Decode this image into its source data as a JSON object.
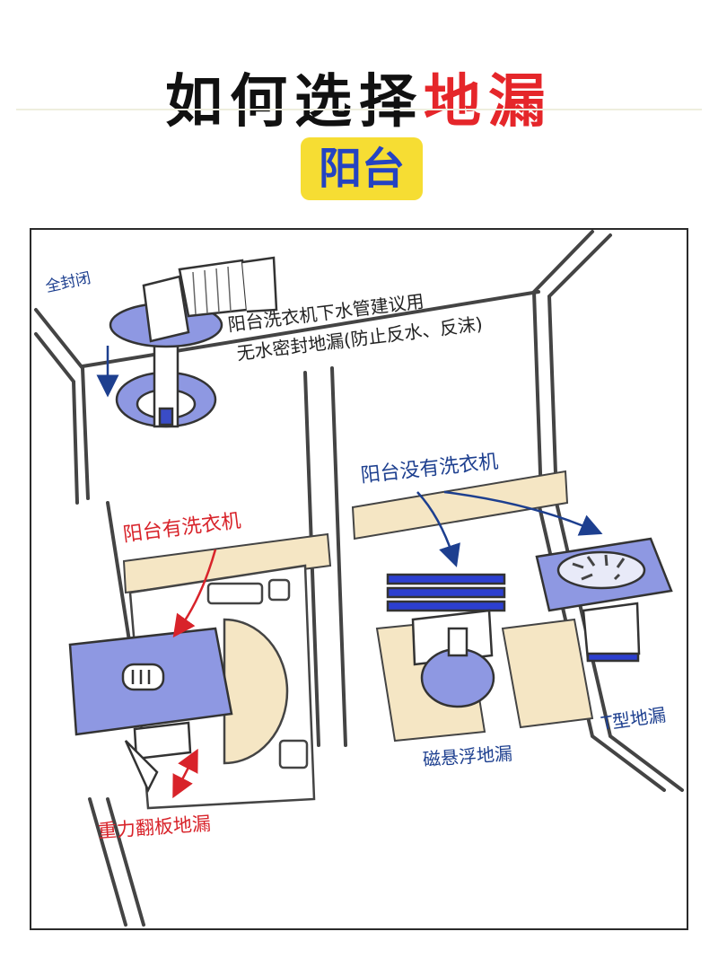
{
  "title": {
    "part1": "如何选择",
    "part2": "地漏"
  },
  "badge": "阳台",
  "labels": {
    "sealed": "全封闭",
    "note_line1": "阳台洗衣机下水管建议用",
    "note_line2": "无水密封地漏(防止反水、反沫)",
    "with_washer": "阳台有洗衣机",
    "without_washer": "阳台没有洗衣机",
    "magnetic": "磁悬浮地漏",
    "t_type": "T型地漏",
    "gravity": "重力翻板地漏"
  },
  "colors": {
    "title_highlight": "#e5262a",
    "badge_bg": "#f6dd33",
    "badge_text": "#2443c2",
    "annotation_blue": "#1d3f8f",
    "annotation_red": "#d8232a",
    "floor_beige": "#f5e6c4",
    "drain_lavender": "#8e98e2"
  }
}
